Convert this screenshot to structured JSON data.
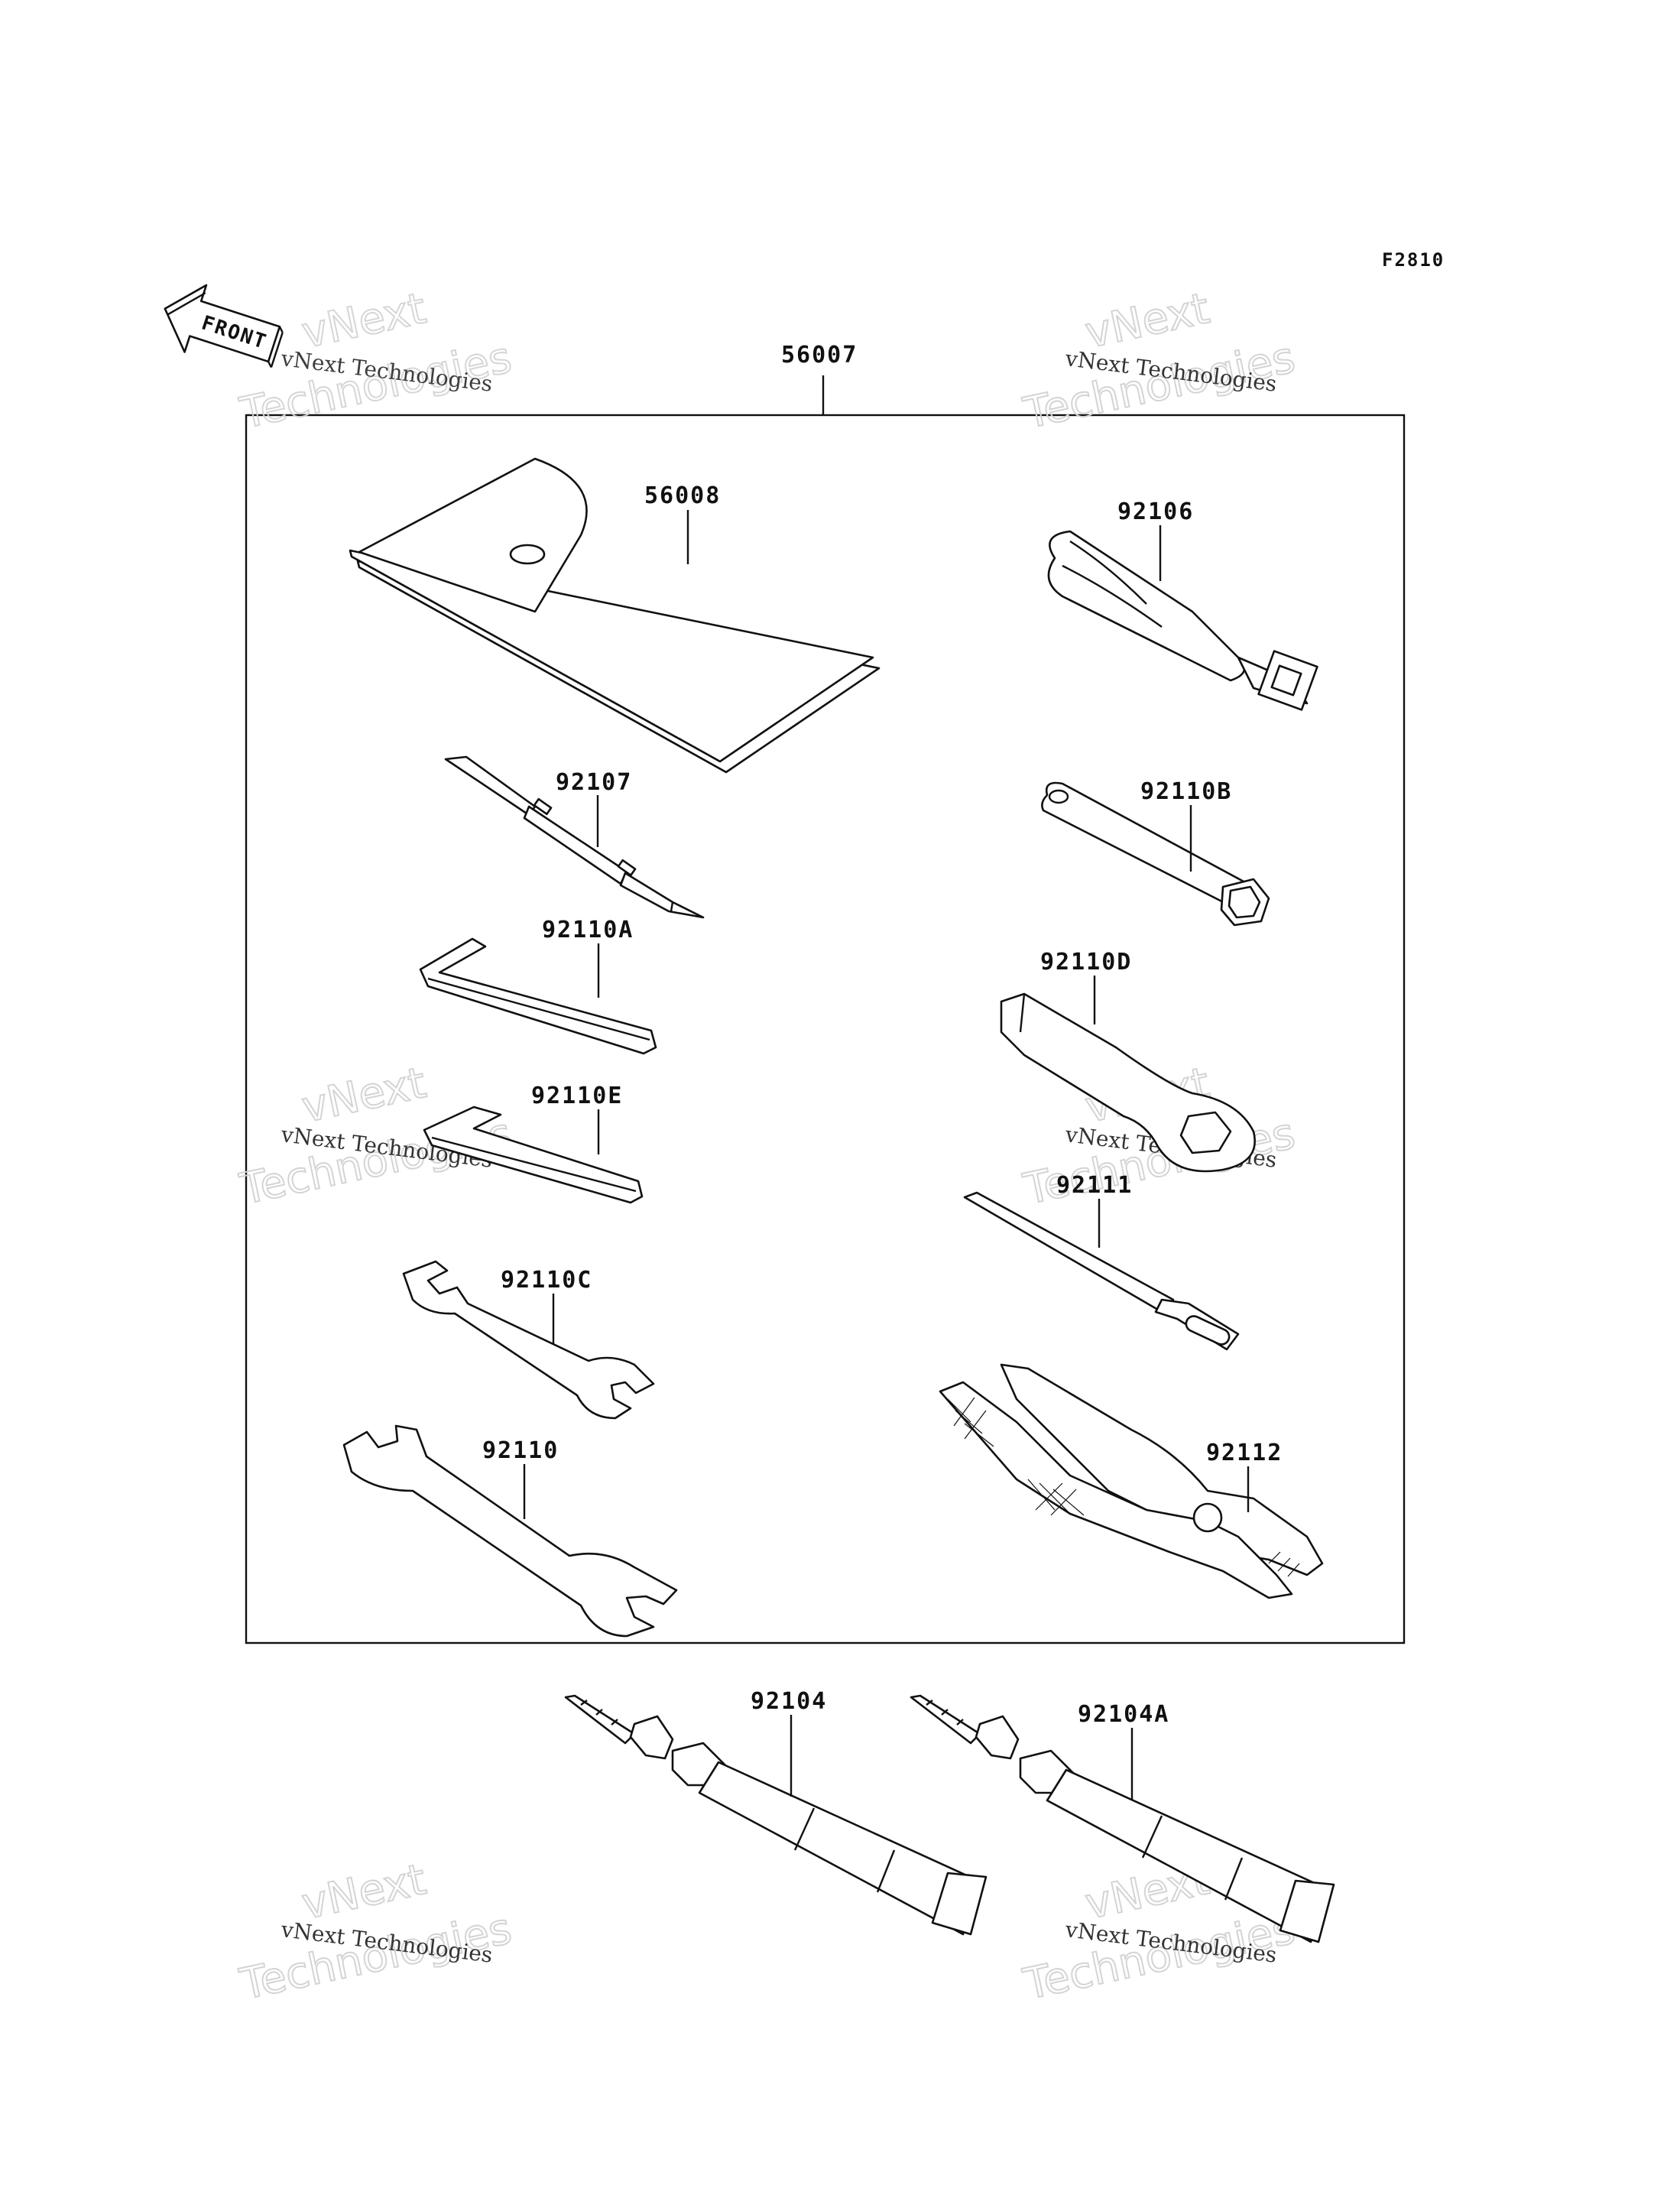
{
  "diagram": {
    "figure_code": "F2810",
    "front_label": "FRONT",
    "watermark": {
      "line1": "vNext Technologies",
      "big_a": "vNext",
      "big_b": "Technologies"
    },
    "parts": {
      "kit": "56007",
      "pouch": "56008",
      "screwdriver_handle": "92106",
      "screwdriver": "92107",
      "box_wrench": "92110B",
      "hex_key_a": "92110A",
      "ring_wrench": "92110D",
      "hex_key_e": "92110E",
      "handle_bar": "92111",
      "wrench_c": "92110C",
      "pliers": "92112",
      "wrench": "92110",
      "grease": "92104",
      "grease_a": "92104A"
    }
  }
}
